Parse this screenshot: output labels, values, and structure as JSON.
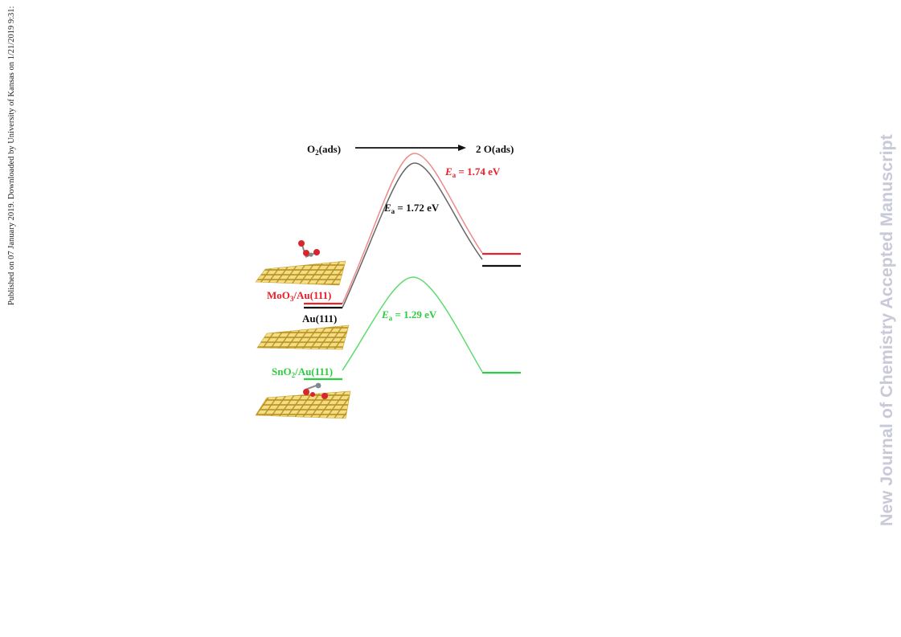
{
  "side_note": {
    "text": "Published on 07 January 2019. Downloaded by University of Kansas on 1/21/2019 9:31:"
  },
  "watermark": {
    "text": "New Journal of Chemistry Accepted Manuscript",
    "color": "#c8cad8"
  },
  "diagram": {
    "reactant": "O",
    "reactant_sub": "2",
    "reactant_suffix": "(ads)",
    "product": "2 O(ads)",
    "surfaces": [
      {
        "name": "MoO",
        "sub": "3",
        "suffix": "/Au(111)",
        "color": "#e8202a"
      },
      {
        "name": "Au(111)",
        "sub": "",
        "suffix": "",
        "color": "#111111"
      },
      {
        "name": "SnO",
        "sub": "2",
        "suffix": "/Au(111)",
        "color": "#2ecc40"
      }
    ],
    "barriers": [
      {
        "symbol": "E",
        "sub": "a",
        "value": " = 1.74 eV",
        "color": "#e8202a"
      },
      {
        "symbol": "E",
        "sub": "a",
        "value": " = 1.72 eV",
        "color": "#111111"
      },
      {
        "symbol": "E",
        "sub": "a",
        "value": " = 1.29 eV",
        "color": "#2ecc40"
      }
    ],
    "colors": {
      "red": "#e8202a",
      "red_curve": "#f08a8a",
      "black": "#111111",
      "grey_curve": "#666666",
      "green": "#2ecc40",
      "gold": "#d8b23a",
      "gold_dark": "#a88520"
    }
  }
}
